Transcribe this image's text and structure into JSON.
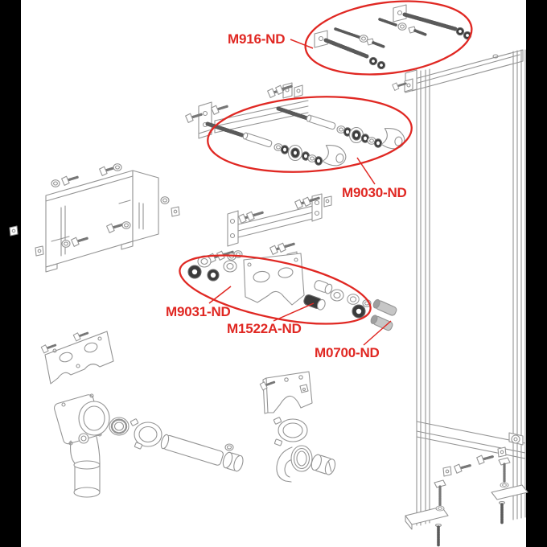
{
  "colors": {
    "annotation": "#e02823",
    "line_art": "#949494",
    "background": "#ffffff",
    "pillarbox": "#000000"
  },
  "part_labels": [
    {
      "code": "M916-ND"
    },
    {
      "code": "M9030-ND"
    },
    {
      "code": "M9031-ND"
    },
    {
      "code": "M1522A-ND"
    },
    {
      "code": "M0700-ND"
    }
  ]
}
